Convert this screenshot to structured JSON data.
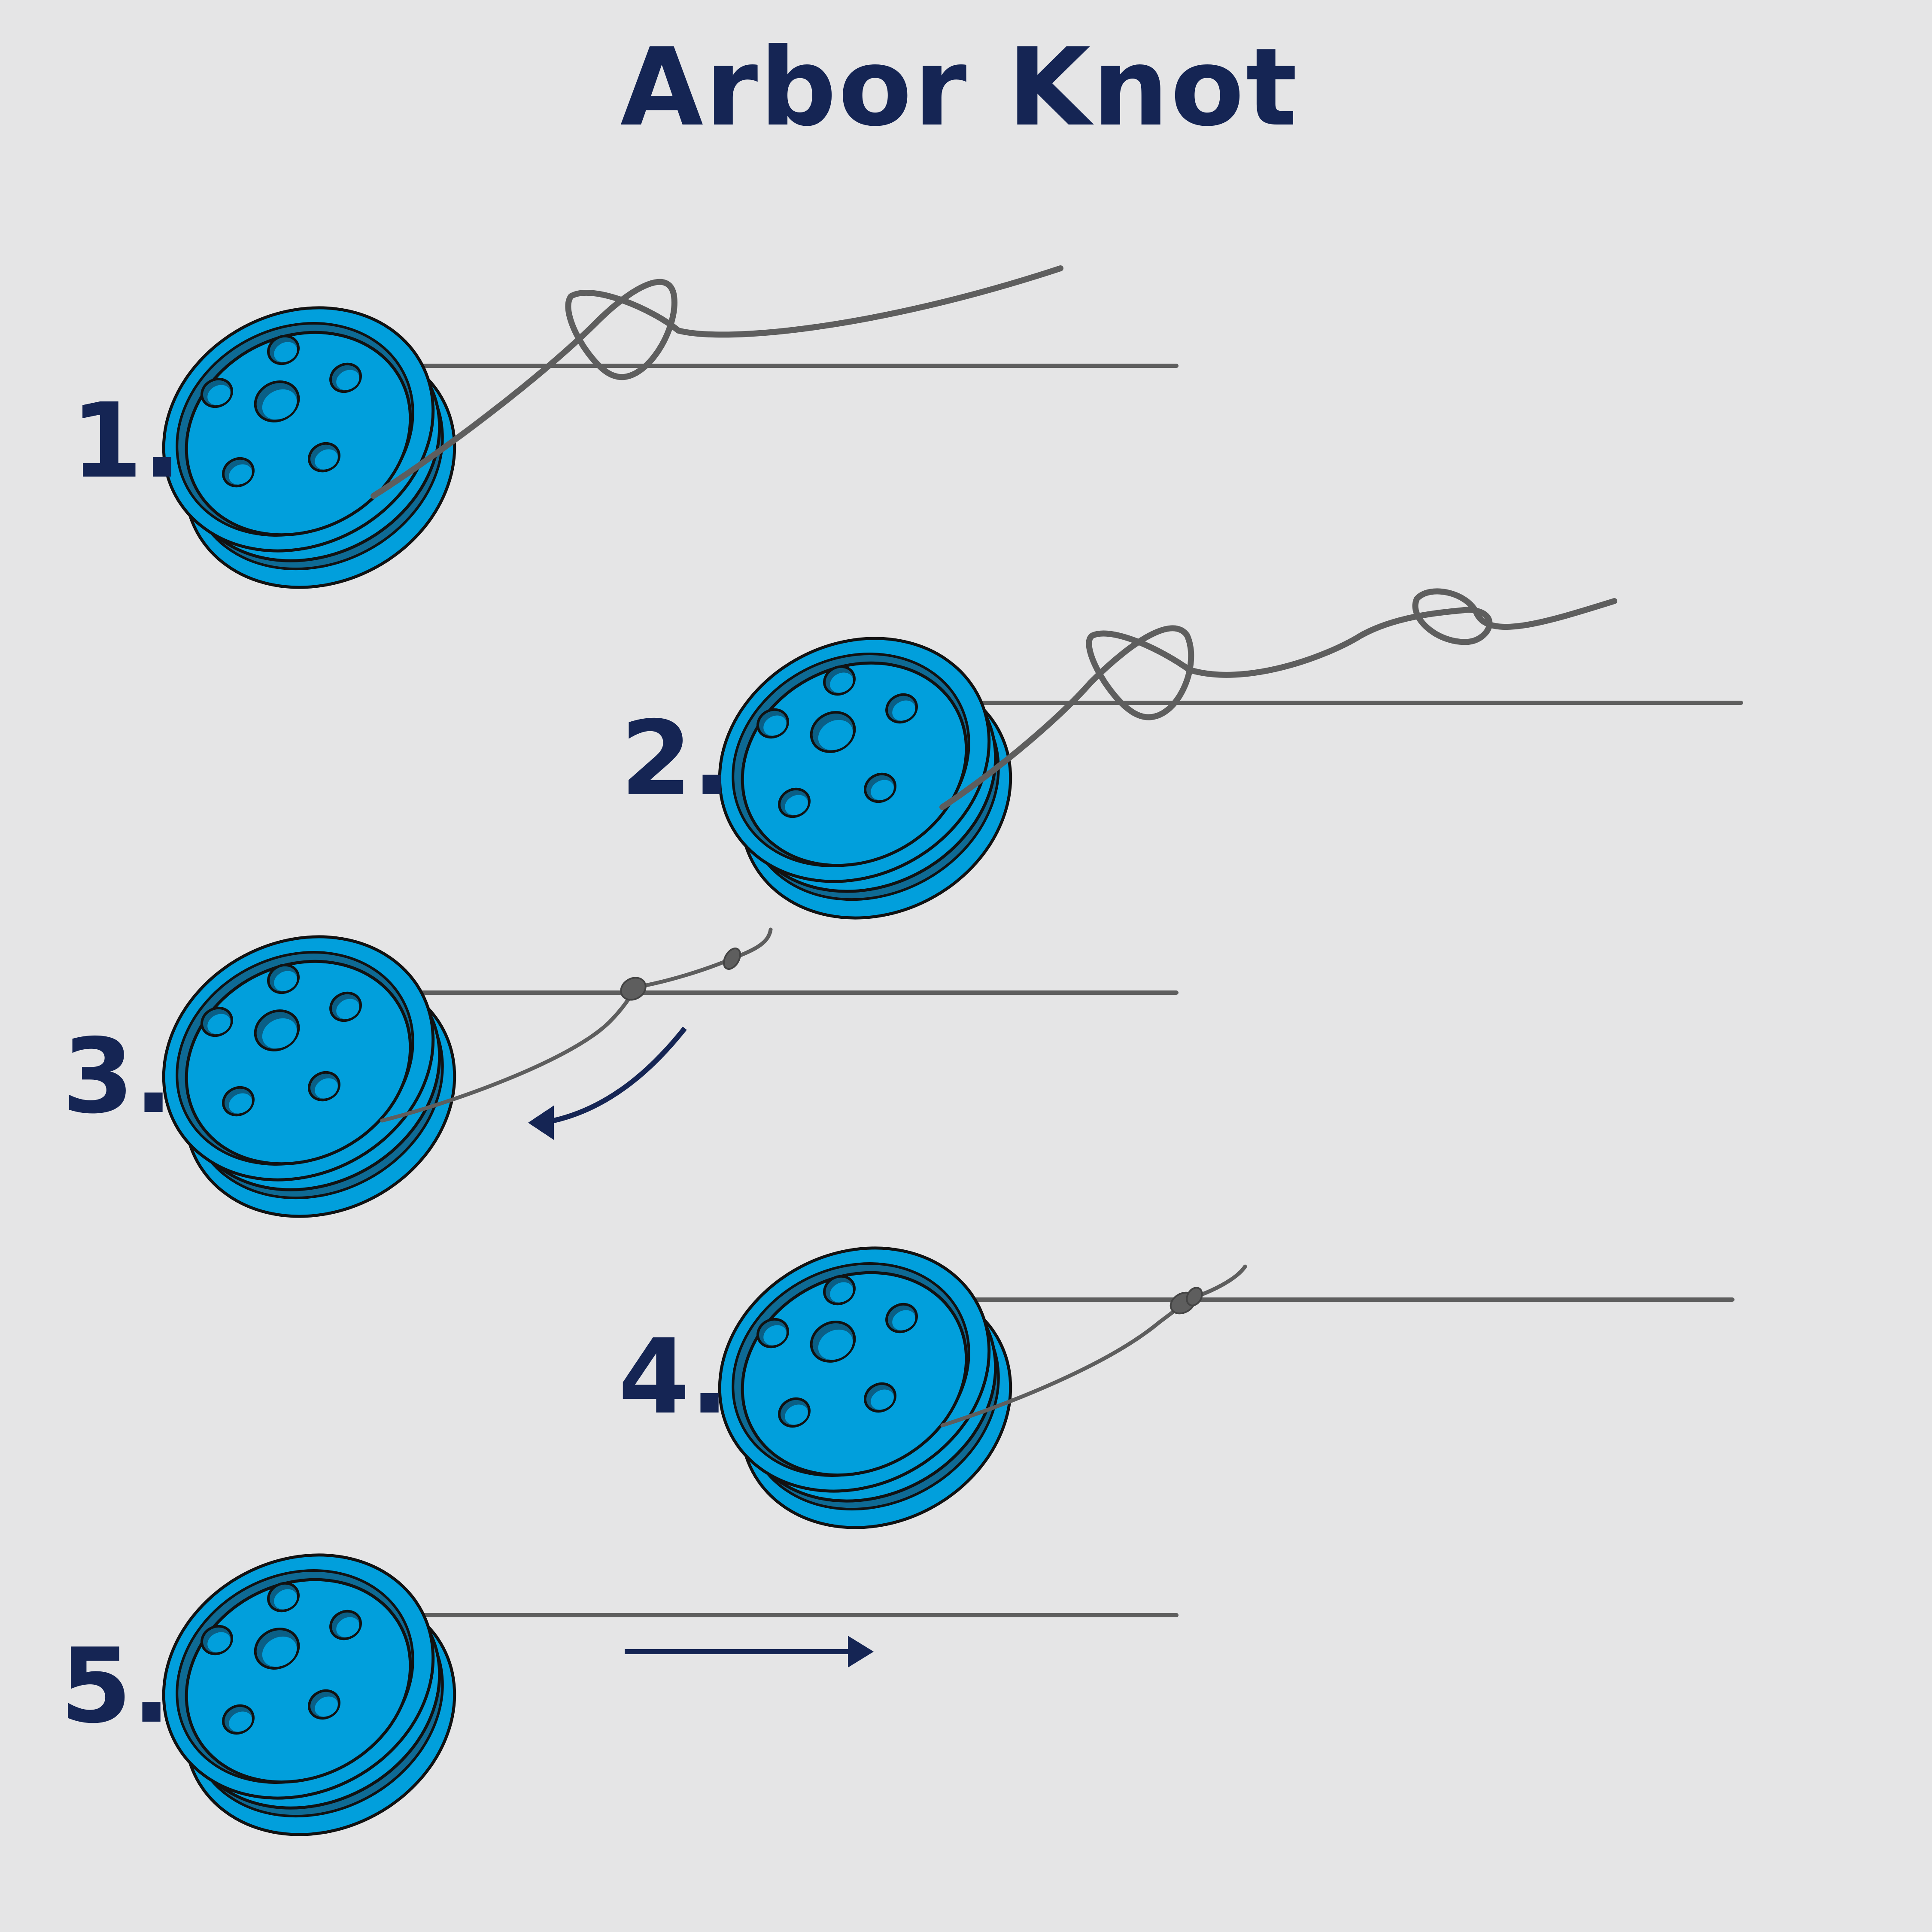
{
  "title": "Arbor Knot",
  "colors": {
    "background": "#e5e5e6",
    "reel": "#019fdc",
    "reel_dark": "#0a5f86",
    "line": "#5e5e5e",
    "text": "#152554"
  },
  "steps": [
    {
      "label": "1.",
      "icon": "reel-icon"
    },
    {
      "label": "2.",
      "icon": "reel-icon"
    },
    {
      "label": "3.",
      "icon": "reel-icon"
    },
    {
      "label": "4.",
      "icon": "reel-icon"
    },
    {
      "label": "5.",
      "icon": "reel-icon"
    }
  ]
}
